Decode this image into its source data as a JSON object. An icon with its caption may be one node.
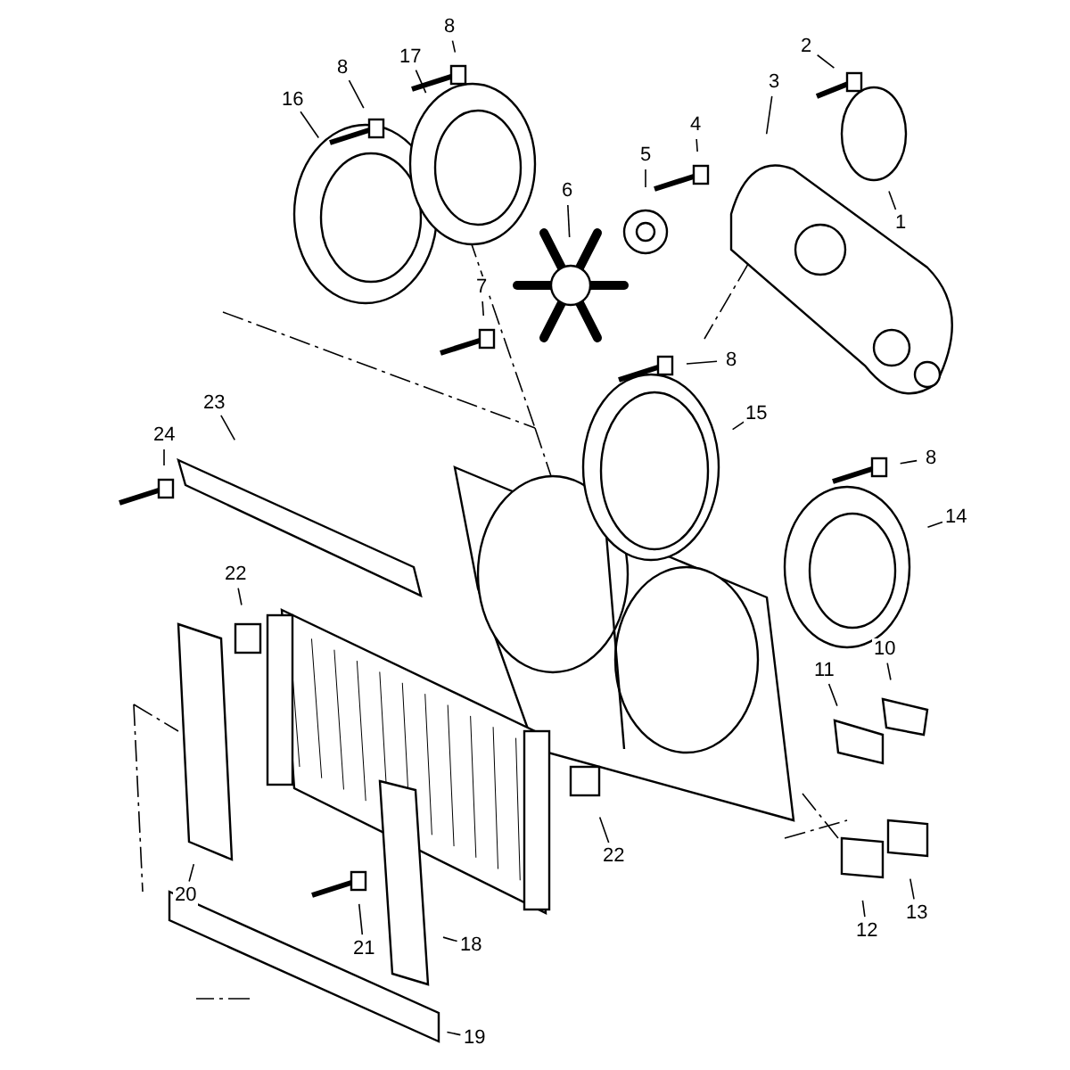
{
  "diagram": {
    "nodes": [
      {
        "text": [
          "1"
        ]
      },
      {
        "text": [
          "2"
        ]
      },
      {
        "text": [
          "3"
        ]
      },
      {
        "text": [
          "4"
        ]
      },
      {
        "text": [
          "5"
        ]
      },
      {
        "text": [
          "6"
        ]
      },
      {
        "text": [
          "7"
        ]
      },
      {
        "text": [
          "8"
        ]
      },
      {
        "text": [
          "8"
        ]
      },
      {
        "text": [
          "16"
        ]
      },
      {
        "text": [
          "17"
        ]
      },
      {
        "text": [
          "15"
        ]
      },
      {
        "text": [
          "8"
        ]
      },
      {
        "text": [
          "14"
        ]
      },
      {
        "text": [
          "8"
        ]
      },
      {
        "text": [
          "10"
        ]
      },
      {
        "text": [
          "11"
        ]
      },
      {
        "text": [
          "12"
        ]
      },
      {
        "text": [
          "13"
        ]
      },
      {
        "text": [
          "22"
        ]
      },
      {
        "text": [
          "23"
        ]
      },
      {
        "text": [
          "24"
        ]
      },
      {
        "text": [
          "20"
        ]
      },
      {
        "text": [
          "21"
        ]
      },
      {
        "text": [
          "22"
        ]
      },
      {
        "text": [
          "18"
        ]
      },
      {
        "text": [
          "19"
        ]
      }
    ],
    "edges": [
      {
        "from": 0,
        "to": null,
        "arrow": "none"
      },
      {
        "from": 1,
        "to": null,
        "arrow": "none"
      },
      {
        "from": 2,
        "to": null,
        "arrow": "none"
      },
      {
        "from": 3,
        "to": null,
        "arrow": "none"
      },
      {
        "from": 4,
        "to": null,
        "arrow": "none"
      },
      {
        "from": 5,
        "to": null,
        "arrow": "none"
      },
      {
        "from": 6,
        "to": null,
        "arrow": "none"
      },
      {
        "from": 7,
        "to": null,
        "arrow": "none"
      },
      {
        "from": 8,
        "to": null,
        "arrow": "none"
      },
      {
        "from": 9,
        "to": null,
        "arrow": "none"
      },
      {
        "from": 10,
        "to": null,
        "arrow": "none"
      },
      {
        "from": 11,
        "to": null,
        "arrow": "none"
      },
      {
        "from": 12,
        "to": null,
        "arrow": "none"
      },
      {
        "from": 13,
        "to": null,
        "arrow": "none"
      },
      {
        "from": 14,
        "to": null,
        "arrow": "none"
      },
      {
        "from": 15,
        "to": null,
        "arrow": "none"
      },
      {
        "from": 16,
        "to": null,
        "arrow": "none"
      },
      {
        "from": 17,
        "to": null,
        "arrow": "none"
      },
      {
        "from": 18,
        "to": null,
        "arrow": "none"
      },
      {
        "from": 19,
        "to": null,
        "arrow": "none"
      },
      {
        "from": 20,
        "to": null,
        "arrow": "none"
      },
      {
        "from": 21,
        "to": null,
        "arrow": "none"
      },
      {
        "from": 22,
        "to": null,
        "arrow": "none"
      },
      {
        "from": 23,
        "to": null,
        "arrow": "none"
      },
      {
        "from": 24,
        "to": null,
        "arrow": "none"
      },
      {
        "from": 25,
        "to": null,
        "arrow": "none"
      },
      {
        "from": 26,
        "to": null,
        "arrow": "none"
      }
    ]
  }
}
